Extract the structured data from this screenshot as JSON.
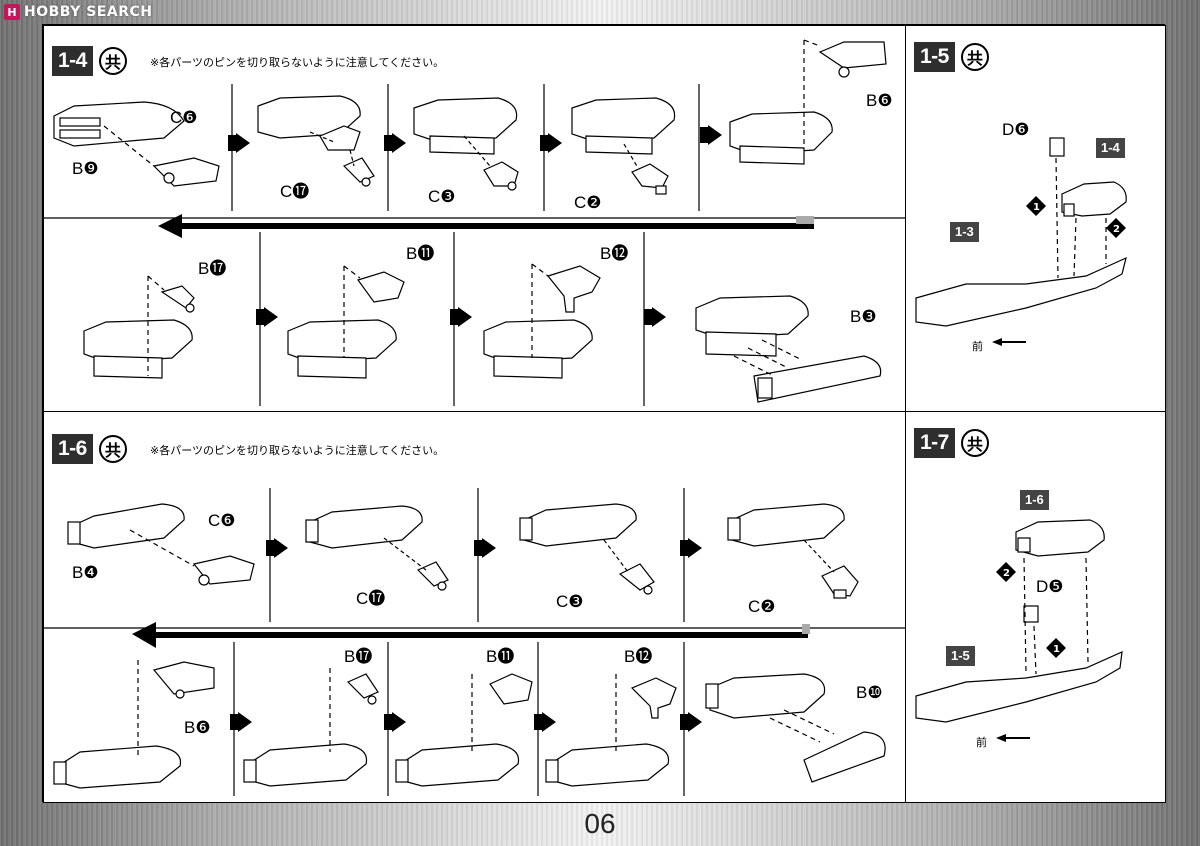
{
  "watermark": {
    "badge": "H",
    "text": "HOBBY SEARCH"
  },
  "common_mark": "共",
  "note": "※各パーツのピンを切り取らないように注意してください。",
  "page_number": "06",
  "front": "前",
  "steps": {
    "s14": {
      "title": "1-4"
    },
    "s15": {
      "title": "1-5"
    },
    "s16": {
      "title": "1-6"
    },
    "s17": {
      "title": "1-7"
    }
  },
  "labels": {
    "a_b9": "B❾",
    "a_c6": "C❻",
    "a_c17": "C⓱",
    "a_c3": "C❸",
    "a_c2": "C❷",
    "a_b6": "B❻",
    "b_b17": "B⓱",
    "b_b11": "B⓫",
    "b_b12": "B⓬",
    "b_b3": "B❸",
    "c_b4": "B❹",
    "c_c6": "C❻",
    "c_c17": "C⓱",
    "c_c3": "C❸",
    "c_c2": "C❷",
    "d_b6": "B❻",
    "d_b17": "B⓱",
    "d_b11": "B⓫",
    "d_b12": "B⓬",
    "d_b10": "B❿",
    "e_d6": "D❻",
    "e_tag14": "1-4",
    "e_tag13": "1-3",
    "e_n1": "❶",
    "e_n2": "❷",
    "f_tag16": "1-6",
    "f_d5": "D❺",
    "f_tag15": "1-5",
    "f_n1": "❶",
    "f_n2": "❷"
  }
}
